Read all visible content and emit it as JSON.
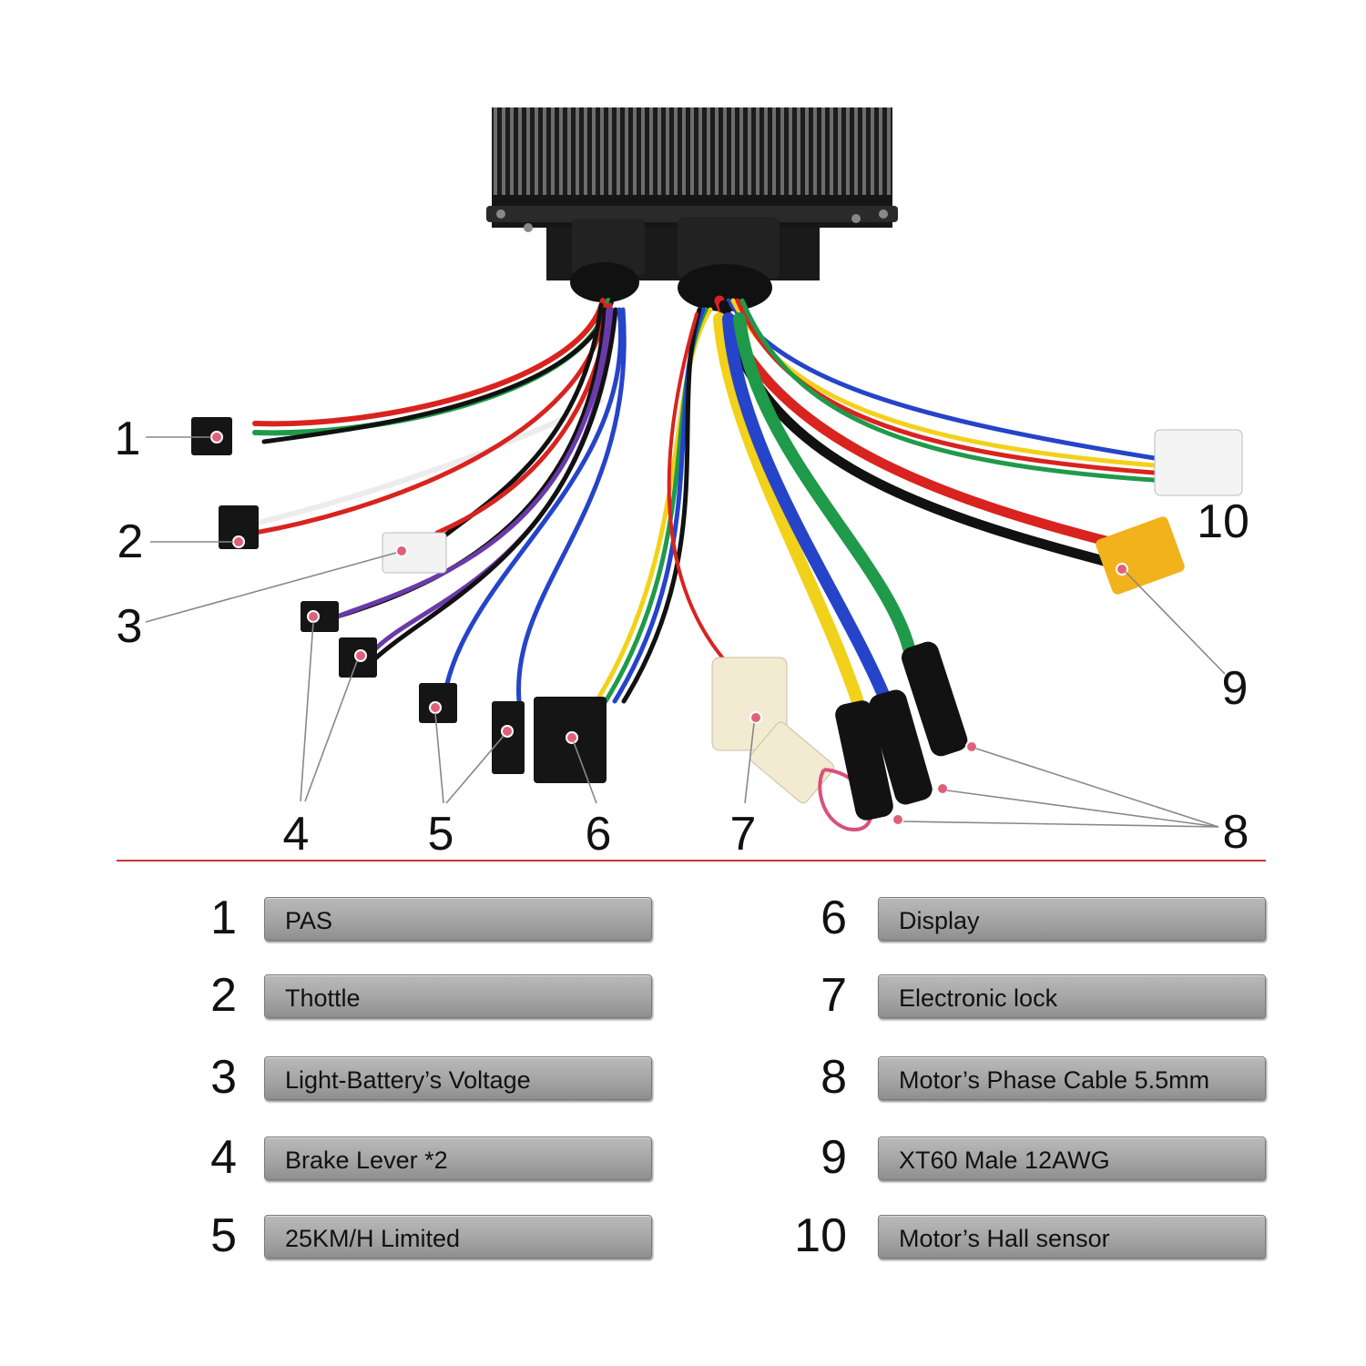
{
  "callouts": [
    "1",
    "2",
    "3",
    "4",
    "5",
    "6",
    "7",
    "8",
    "9",
    "10"
  ],
  "legend": [
    {
      "num": "1",
      "label": "PAS"
    },
    {
      "num": "2",
      "label": "Thottle"
    },
    {
      "num": "3",
      "label": "Light-Battery’s Voltage"
    },
    {
      "num": "4",
      "label": "Brake Lever *2"
    },
    {
      "num": "5",
      "label": "25KM/H Limited"
    },
    {
      "num": "6",
      "label": "Display"
    },
    {
      "num": "7",
      "label": "Electronic lock"
    },
    {
      "num": "8",
      "label": "Motor’s Phase Cable 5.5mm"
    },
    {
      "num": "9",
      "label": "XT60 Male 12AWG"
    },
    {
      "num": "10",
      "label": "Motor’s Hall sensor"
    }
  ],
  "colors": {
    "divider": "#c23a32",
    "wire_red": "#d9231f",
    "wire_green": "#1f9a4a",
    "wire_blue": "#2544c9",
    "wire_yellow": "#f2d11a",
    "wire_black": "#111111",
    "wire_white": "#ececec",
    "wire_purple": "#6a3aa8",
    "xt60": "#f2b21c",
    "marker": "#e0607a"
  },
  "icons": [
    "controller-box-icon",
    "cable-gland-icon",
    "connector-plug-icon",
    "xt60-plug-icon",
    "bullet-connector-icon"
  ]
}
